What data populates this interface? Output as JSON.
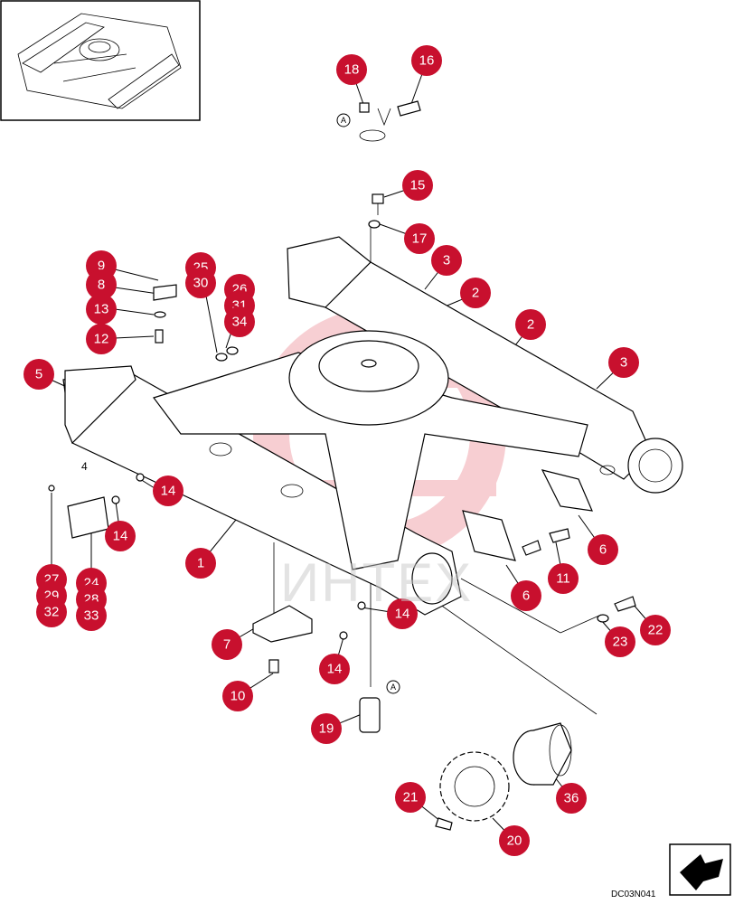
{
  "drawing_code": "DC03N041",
  "watermark_text": "ИНТЕХ",
  "label_a": "A",
  "dim_label_4": "4",
  "accent_color": "#c8102e",
  "callouts": [
    {
      "id": "c18",
      "label": "18"
    },
    {
      "id": "c16",
      "label": "16"
    },
    {
      "id": "c15",
      "label": "15"
    },
    {
      "id": "c17",
      "label": "17"
    },
    {
      "id": "c3a",
      "label": "3"
    },
    {
      "id": "c2a",
      "label": "2"
    },
    {
      "id": "c2b",
      "label": "2"
    },
    {
      "id": "c3b",
      "label": "3"
    },
    {
      "id": "c9",
      "label": "9"
    },
    {
      "id": "c8",
      "label": "8"
    },
    {
      "id": "c13",
      "label": "13"
    },
    {
      "id": "c12",
      "label": "12"
    },
    {
      "id": "c25",
      "label": "25"
    },
    {
      "id": "c30",
      "label": "30"
    },
    {
      "id": "c26",
      "label": "26"
    },
    {
      "id": "c31",
      "label": "31"
    },
    {
      "id": "c34",
      "label": "34"
    },
    {
      "id": "c5",
      "label": "5"
    },
    {
      "id": "c14a",
      "label": "14"
    },
    {
      "id": "c14b",
      "label": "14"
    },
    {
      "id": "c1",
      "label": "1"
    },
    {
      "id": "c27",
      "label": "27"
    },
    {
      "id": "c29",
      "label": "29"
    },
    {
      "id": "c32",
      "label": "32"
    },
    {
      "id": "c24",
      "label": "24"
    },
    {
      "id": "c28",
      "label": "28"
    },
    {
      "id": "c33",
      "label": "33"
    },
    {
      "id": "c7",
      "label": "7"
    },
    {
      "id": "c10",
      "label": "10"
    },
    {
      "id": "c14c",
      "label": "14"
    },
    {
      "id": "c14d",
      "label": "14"
    },
    {
      "id": "c19",
      "label": "19"
    },
    {
      "id": "c6a",
      "label": "6"
    },
    {
      "id": "c6b",
      "label": "6"
    },
    {
      "id": "c11",
      "label": "11"
    },
    {
      "id": "c22",
      "label": "22"
    },
    {
      "id": "c23",
      "label": "23"
    },
    {
      "id": "c21",
      "label": "21"
    },
    {
      "id": "c20",
      "label": "20"
    },
    {
      "id": "c36",
      "label": "36"
    }
  ]
}
